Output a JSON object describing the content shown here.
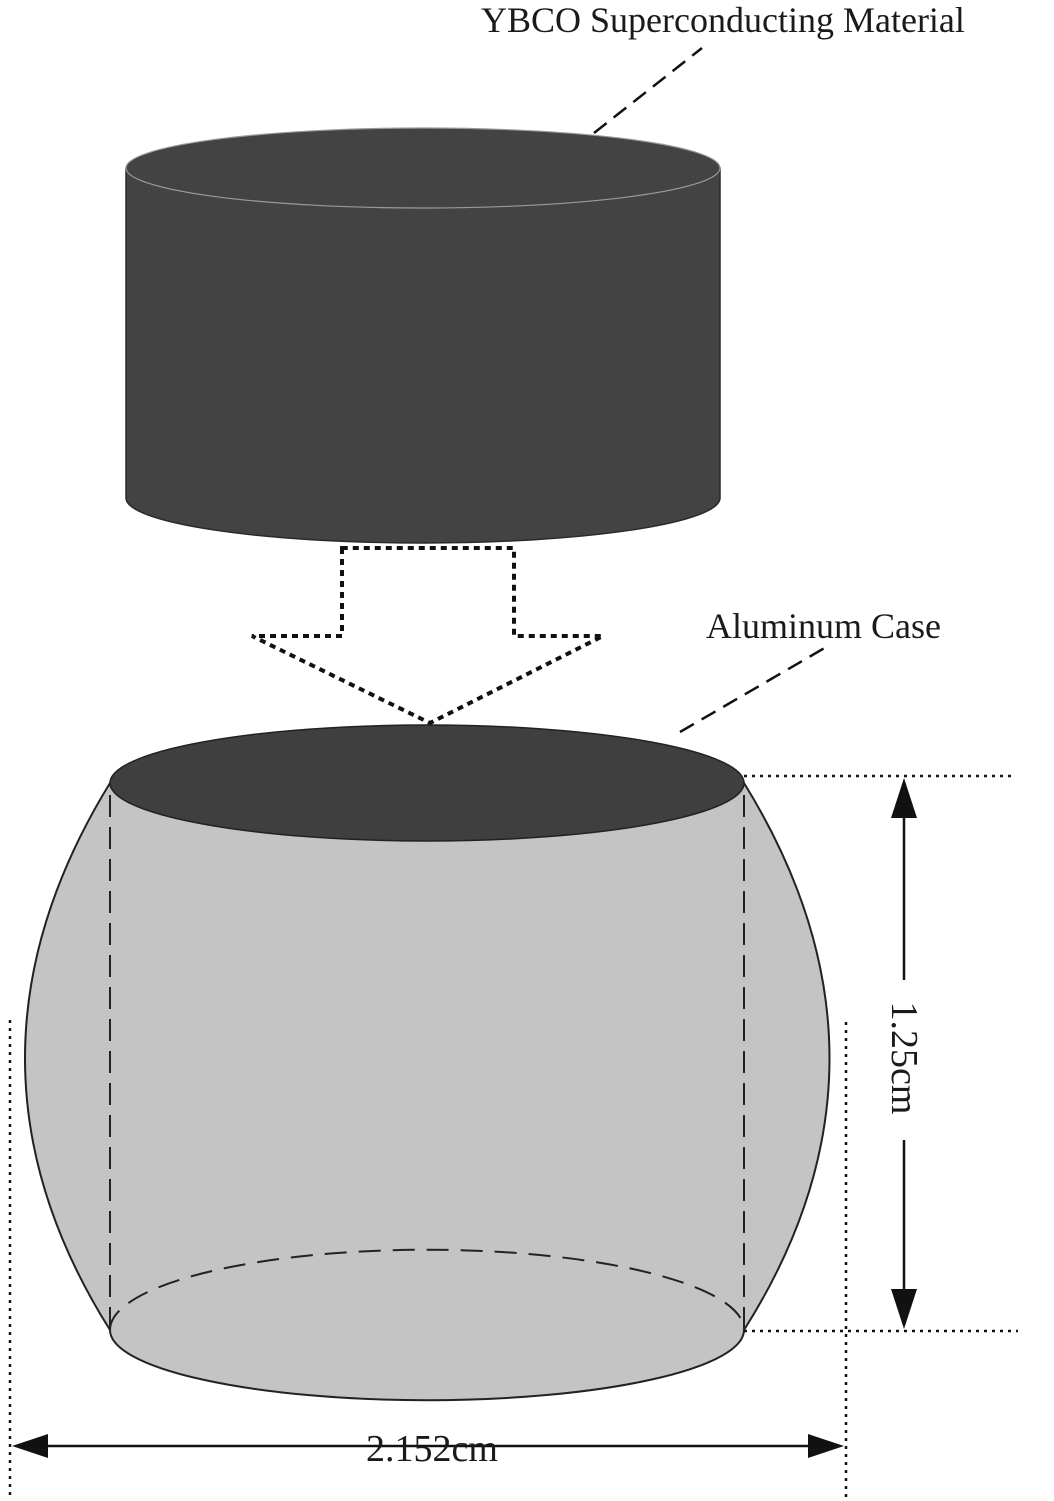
{
  "labels": {
    "ybco": "YBCO Superconducting Material",
    "case": "Aluminum Case",
    "height": "1.25cm",
    "width": "2.152cm"
  },
  "colors": {
    "ybco_fill": "#434343",
    "case_fill": "#c4c4c4",
    "case_top": "#3f3f3f",
    "line": "#111111",
    "background": "#ffffff"
  }
}
